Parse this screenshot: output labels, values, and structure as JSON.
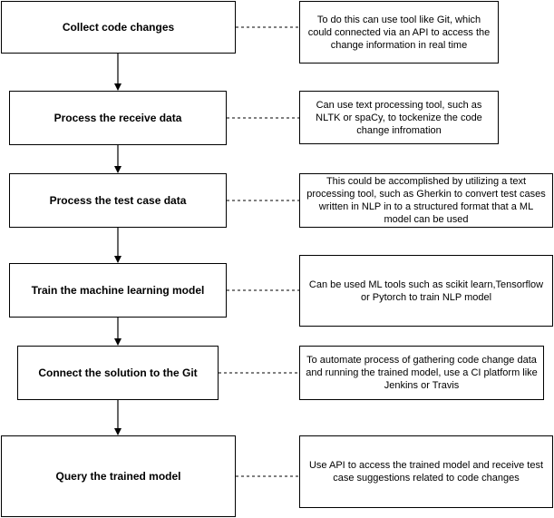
{
  "steps": [
    {
      "id": "collect",
      "label": "Collect code changes"
    },
    {
      "id": "process-received",
      "label": "Process the receive data"
    },
    {
      "id": "process-test-case",
      "label": "Process the test case data"
    },
    {
      "id": "train-model",
      "label": "Train the machine learning model"
    },
    {
      "id": "connect-git",
      "label": "Connect the solution to the Git"
    },
    {
      "id": "query-model",
      "label": "Query the trained model"
    }
  ],
  "notes": [
    "To do this can use tool like Git, which could connected via an API to access the change information in real time",
    "Can use text processing tool, such as NLTK or spaCy, to tockenize the code change infromation",
    "This could be accomplished by utilizing a text processing tool, such as Gherkin to convert test cases written in NLP in to a structured format that a ML model can be used",
    "Can be used ML tools such as scikit learn,Tensorflow or Pytorch to train NLP model",
    "To automate process of gathering code change data and running the trained model, use a CI platform like Jenkins or Travis",
    "Use API to access the trained model and receive test case suggestions related to code changes"
  ],
  "colors": {
    "stroke": "#000000",
    "fill": "#ffffff"
  }
}
